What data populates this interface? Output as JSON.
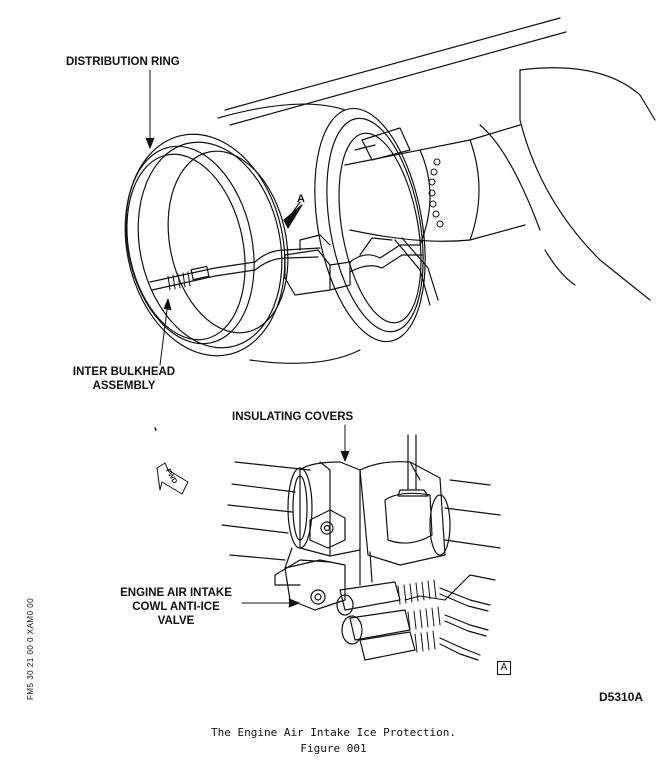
{
  "labels": {
    "distribution_ring": "DISTRIBUTION RING",
    "inter_bulkhead_1": "INTER BULKHEAD",
    "inter_bulkhead_2": "ASSEMBLY",
    "insulating_covers": "INSULATING COVERS",
    "valve_1": "ENGINE AIR INTAKE",
    "valve_2": "COWL ANTI-ICE",
    "valve_3": "VALVE",
    "view_a": "A",
    "detail_a": "A",
    "fwd": "FWD"
  },
  "side_code": "FM5 30 21 00 0 XAM0 00",
  "drawing_ref": "D5310A",
  "caption": {
    "line1": "The Engine Air Intake Ice Protection.",
    "line2": "Figure 001"
  }
}
